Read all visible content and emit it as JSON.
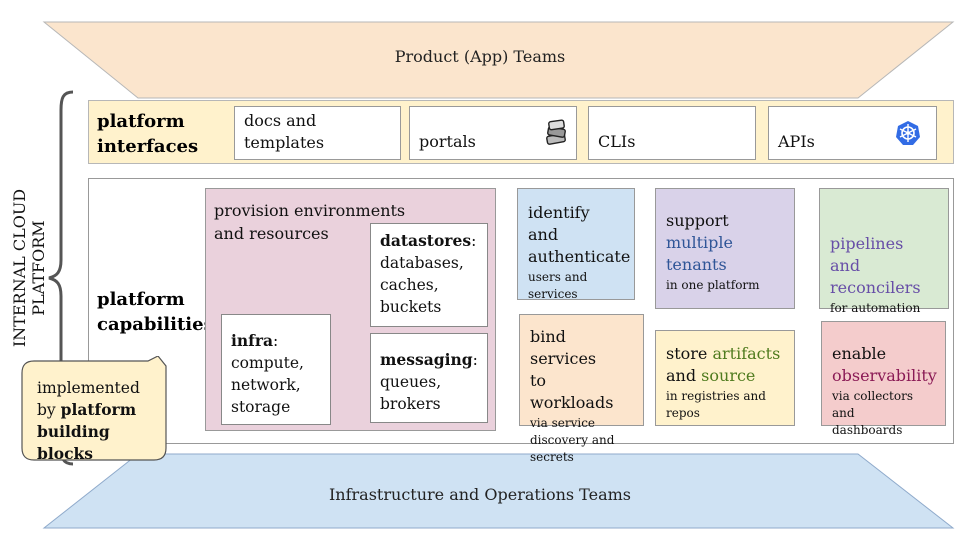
{
  "top_band": {
    "label": "Product (App) Teams",
    "fill": "#fbe5cd"
  },
  "bottom_band": {
    "label": "Infrastructure and Operations Teams",
    "fill": "#cfe2f3"
  },
  "side_label": {
    "line1": "INTERNAL CLOUD",
    "line2": "PLATFORM"
  },
  "interfaces": {
    "title_line1": "platform",
    "title_line2": "interfaces",
    "fill": "#fff2cc",
    "items": [
      {
        "line1": "docs and",
        "line2": "templates"
      },
      {
        "label": "portals",
        "icon": "stack-icon"
      },
      {
        "label": "CLIs"
      },
      {
        "label": "APIs",
        "icon": "kubernetes-icon"
      }
    ]
  },
  "capabilities": {
    "title_line1": "platform",
    "title_line2": "capabilities",
    "provision": {
      "line1": "provision environments",
      "line2": "and resources",
      "fill": "#ead1dc",
      "infra": {
        "title": "infra",
        "colon": ":",
        "lines": [
          "compute,",
          "network,",
          "storage"
        ]
      },
      "datastores": {
        "title": "datastores",
        "colon": ":",
        "lines": [
          "databases,",
          "caches,",
          "buckets"
        ]
      },
      "messaging": {
        "title": "messaging",
        "colon": ":",
        "lines": [
          "queues,",
          "brokers"
        ]
      }
    },
    "identify": {
      "main": [
        "identify and",
        "authenticate"
      ],
      "small": [
        "users and",
        "services"
      ],
      "fill": "#cfe2f3"
    },
    "tenants": {
      "main1": "support",
      "main2": "multiple",
      "main3": "tenants",
      "small": "in one platform",
      "fill": "#d9d2e9"
    },
    "pipelines": {
      "main1": "pipelines and",
      "main2": "reconcilers",
      "small": "for automation",
      "fill": "#d9ead3"
    },
    "bind": {
      "main": [
        "bind services",
        "to workloads"
      ],
      "small": [
        "via service",
        "discovery and",
        "secrets"
      ],
      "fill": "#fce5cd"
    },
    "store": {
      "main_a": "store ",
      "main_b": "artifacts",
      "main_c": "and ",
      "main_d": "source",
      "small": [
        "in registries and",
        "repos"
      ],
      "fill": "#fff2cc"
    },
    "observe": {
      "main1": "enable",
      "main2": "observability",
      "small": [
        "via collectors and",
        "dashboards"
      ],
      "fill": "#f4cccc"
    }
  },
  "callout": {
    "line1": "implemented",
    "line2_a": "by ",
    "line2_b": "platform",
    "line3": "building blocks",
    "fill": "#fff2cc"
  }
}
